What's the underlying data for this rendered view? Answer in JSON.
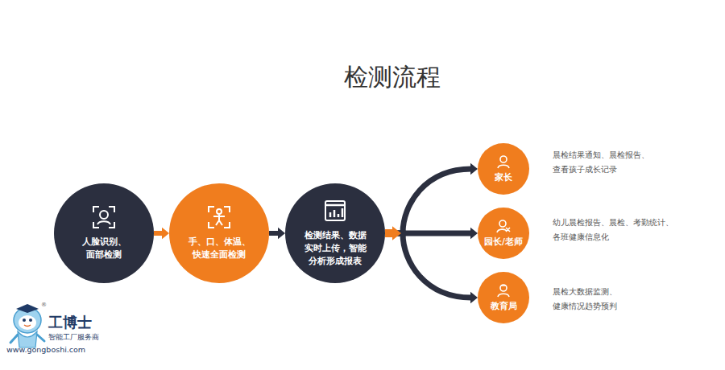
{
  "diagram": {
    "title": "检测流程",
    "nodes": [
      {
        "text": [
          "人脸识别、 面部检测"
        ]
      },
      {
        "text": [
          "手、口、体温、 快速全面检测"
        ]
      },
      {
        "text": [
          "检测结果、数据 实时上传，智能 分析形成报表"
        ]
      },
      {
        "text": [
          "家长"
        ]
      },
      {
        "text": [
          "园长/老师"
        ]
      },
      {
        "text": [
          "教育局"
        ]
      }
    ],
    "edges": [
      {
        "from": 0,
        "to": 1,
        "arrow": "to"
      },
      {
        "from": 1,
        "to": 2,
        "arrow": "to"
      },
      {
        "from": 2,
        "to": 3,
        "arrow": "to"
      },
      {
        "from": 2,
        "to": 4,
        "arrow": "to"
      },
      {
        "from": 2,
        "to": 5,
        "arrow": "to"
      }
    ],
    "labels": [
      "晨检结果通知、晨检报告、 查看孩子成长记录",
      "幼儿晨检报告、晨检、考勤统计、 各班健康信息化",
      "晨检大数据监测、 健康情况趋势预判",
      "工博士",
      "®",
      "智能工厂服务商",
      "www.gongboshi.com"
    ]
  }
}
